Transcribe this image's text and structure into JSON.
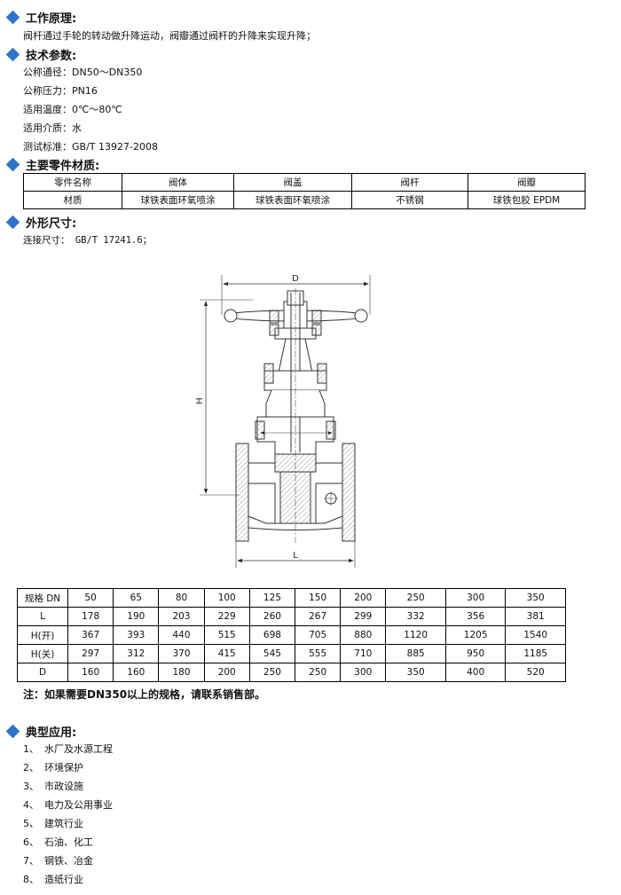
{
  "principle": {
    "title": "工作原理:",
    "text": "阀杆通过手轮的转动做升降运动，阀瓣通过阀杆的升降来实现升降；"
  },
  "params": {
    "title": "技术参数:",
    "items": [
      "公称通径：DN50～DN350",
      "公称压力：PN16",
      "适用温度：0℃～80℃",
      "适用介质：水",
      "测试标准：GB/T 13927-2008"
    ]
  },
  "materials": {
    "title": "主要零件材质:",
    "header": [
      "零件名称",
      "阀体",
      "阀盖",
      "阀杆",
      "阀瓣"
    ],
    "row": [
      "材质",
      "球铁表面环氧喷涂",
      "球铁表面环氧喷涂",
      "不锈钢",
      "球铁包胶 EPDM"
    ]
  },
  "dimensions": {
    "title": "外形尺寸:",
    "connection": "连接尺寸： GB/T 17241.6；",
    "drawing_labels": {
      "d": "D",
      "h": "H",
      "l": "L"
    }
  },
  "spec_table": {
    "rows": [
      [
        "规格 DN",
        "50",
        "65",
        "80",
        "100",
        "125",
        "150",
        "200",
        "250",
        "300",
        "350"
      ],
      [
        "L",
        "178",
        "190",
        "203",
        "229",
        "260",
        "267",
        "299",
        "332",
        "356",
        "381"
      ],
      [
        "H(开)",
        "367",
        "393",
        "440",
        "515",
        "698",
        "705",
        "880",
        "1120",
        "1205",
        "1540"
      ],
      [
        "H(关)",
        "297",
        "312",
        "370",
        "415",
        "545",
        "555",
        "710",
        "885",
        "950",
        "1185"
      ],
      [
        "D",
        "160",
        "160",
        "180",
        "200",
        "250",
        "250",
        "300",
        "350",
        "400",
        "520"
      ]
    ],
    "note": "注：如果需要DN350以上的规格，请联系销售部。"
  },
  "applications": {
    "title": "典型应用:",
    "items": [
      {
        "num": "1、",
        "text": "水厂及水源工程"
      },
      {
        "num": "2、",
        "text": "环境保护"
      },
      {
        "num": "3、",
        "text": "市政设施"
      },
      {
        "num": "4、",
        "text": "电力及公用事业"
      },
      {
        "num": "5、",
        "text": "建筑行业"
      },
      {
        "num": "6、",
        "text": "石油、化工"
      },
      {
        "num": "7、",
        "text": "钢铁、冶金"
      },
      {
        "num": "8、",
        "text": "造纸行业"
      }
    ]
  },
  "accent_color": "#2e74c8"
}
